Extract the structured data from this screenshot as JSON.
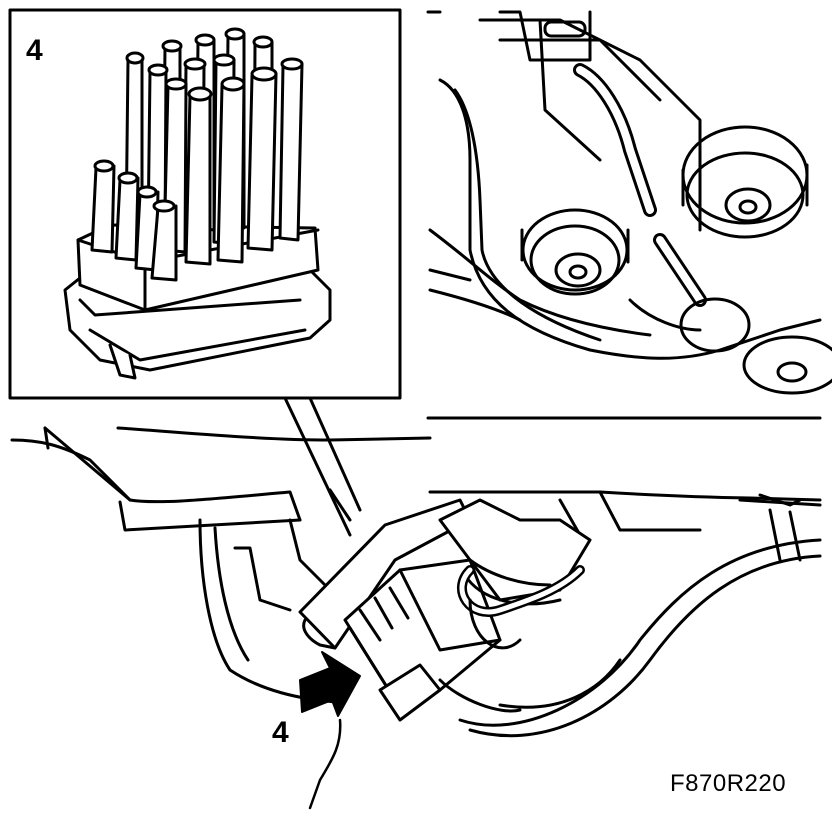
{
  "inset": {
    "label": "4"
  },
  "callout": {
    "label": "4"
  },
  "figure": {
    "code": "F870R220"
  }
}
